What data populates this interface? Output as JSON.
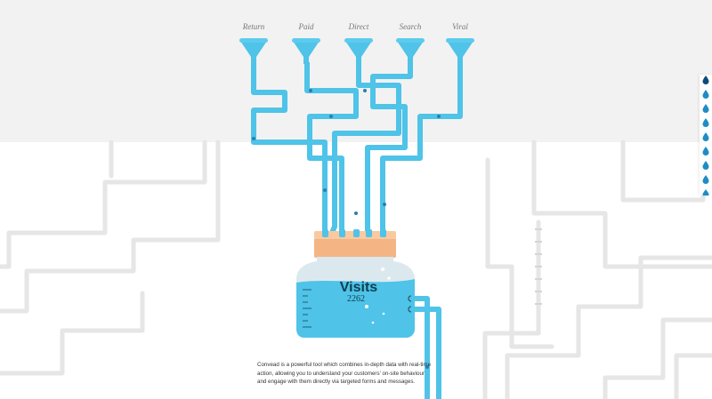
{
  "funnels": [
    {
      "id": "return",
      "label": "Return"
    },
    {
      "id": "paid",
      "label": "Paid"
    },
    {
      "id": "direct",
      "label": "Direct"
    },
    {
      "id": "search",
      "label": "Search"
    },
    {
      "id": "viral",
      "label": "Viral"
    }
  ],
  "jar": {
    "title": "Visits",
    "count": "2262"
  },
  "description": "Convead is a powerful tool which combines in-depth data with real-time action, allowing you to understand your customers' on-site behaviour and engage with them directly via targeted forms and messages.",
  "side_nav": {
    "items": 9,
    "icon": "water-drop-icon"
  },
  "colors": {
    "pipe": "#4fc3e8",
    "pipe_dark": "#2a9fcf",
    "water": "#4fc3e8",
    "jar_glass": "#dbe9ef",
    "cork": "#f4b483",
    "cork_top": "#f9c9a0",
    "background_pipes": "#e6e6e6",
    "top_band": "#f2f2f2",
    "drop": "#1f8cc4",
    "drop_active": "#0e4a77"
  }
}
